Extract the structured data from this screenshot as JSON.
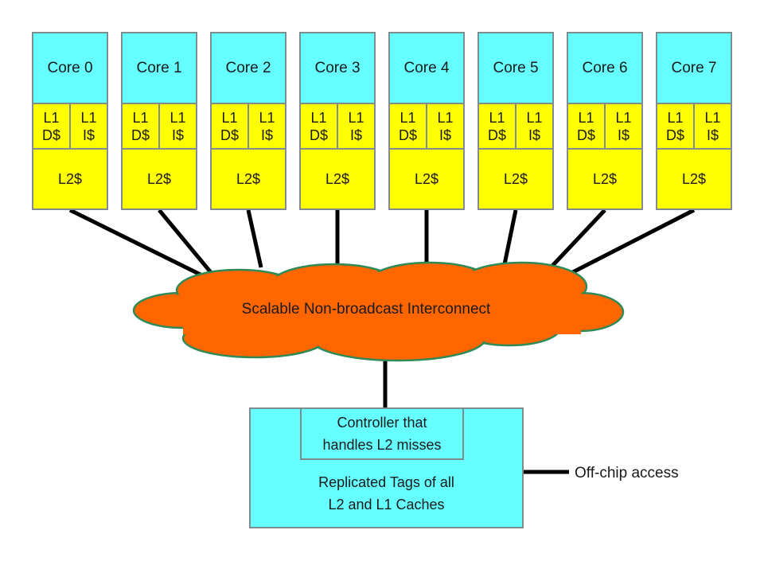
{
  "cores": [
    {
      "name": "Core 0",
      "l1d": [
        "L1",
        "D$"
      ],
      "l1i": [
        "L1",
        "I$"
      ],
      "l2": "L2$"
    },
    {
      "name": "Core 1",
      "l1d": [
        "L1",
        "D$"
      ],
      "l1i": [
        "L1",
        "I$"
      ],
      "l2": "L2$"
    },
    {
      "name": "Core 2",
      "l1d": [
        "L1",
        "D$"
      ],
      "l1i": [
        "L1",
        "I$"
      ],
      "l2": "L2$"
    },
    {
      "name": "Core 3",
      "l1d": [
        "L1",
        "D$"
      ],
      "l1i": [
        "L1",
        "I$"
      ],
      "l2": "L2$"
    },
    {
      "name": "Core 4",
      "l1d": [
        "L1",
        "D$"
      ],
      "l1i": [
        "L1",
        "I$"
      ],
      "l2": "L2$"
    },
    {
      "name": "Core 5",
      "l1d": [
        "L1",
        "D$"
      ],
      "l1i": [
        "L1",
        "I$"
      ],
      "l2": "L2$"
    },
    {
      "name": "Core 6",
      "l1d": [
        "L1",
        "D$"
      ],
      "l1i": [
        "L1",
        "I$"
      ],
      "l2": "L2$"
    },
    {
      "name": "Core 7",
      "l1d": [
        "L1",
        "D$"
      ],
      "l1i": [
        "L1",
        "I$"
      ],
      "l2": "L2$"
    }
  ],
  "interconnect": {
    "label": "Scalable Non-broadcast Interconnect"
  },
  "controller": {
    "lines": [
      "Controller that",
      "handles L2 misses"
    ]
  },
  "tags": {
    "lines": [
      "Replicated Tags of all",
      "L2 and L1 Caches"
    ]
  },
  "offchip": {
    "label": "Off-chip access"
  },
  "colors": {
    "core_body": "#66ffff",
    "cache": "#ffff00",
    "cloud": "#ff6600",
    "cloud_outline": "#2e8b57",
    "wire": "#000000",
    "box_border": "#7f8c8d"
  }
}
